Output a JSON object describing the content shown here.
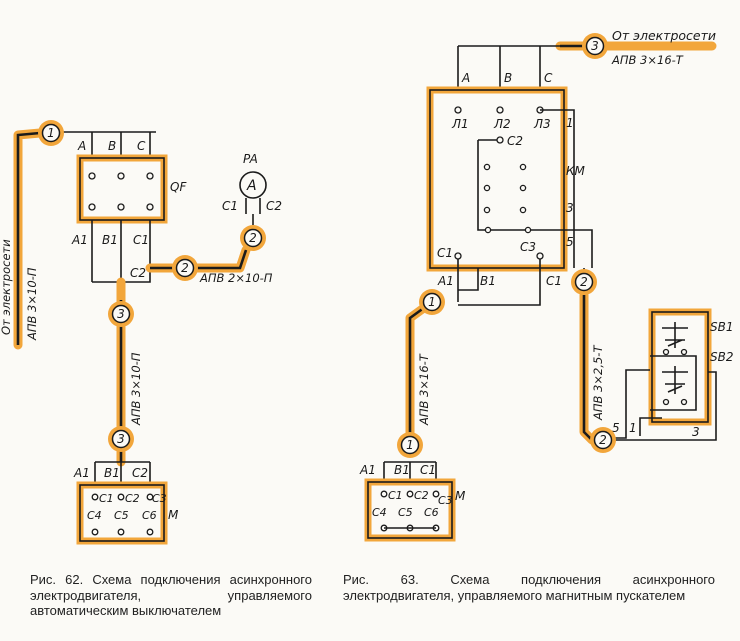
{
  "diagram62": {
    "feed_cable": "АПВ 3×10-П",
    "feed_source": "От электросети",
    "breaker_name": "QF",
    "breaker_terms_top": [
      "A",
      "B",
      "C"
    ],
    "breaker_terms_bottom": [
      "A1",
      "B1",
      "C1"
    ],
    "meter_name": "PA",
    "meter_symbol": "A",
    "meter_terms": [
      "C1",
      "C2"
    ],
    "meter_cable": "АПВ 2×10-П",
    "junction_label": "C2",
    "motor_cable": "АПВ 3×10-П",
    "motor_name": "M",
    "motor_terms_in": [
      "A1",
      "B1",
      "C2"
    ],
    "motor_terms_top": [
      "C1",
      "C2",
      "C3"
    ],
    "motor_terms_bottom": [
      "C4",
      "C5",
      "C6"
    ],
    "markers": [
      "1",
      "2",
      "2",
      "3",
      "3"
    ]
  },
  "diagram63": {
    "feed_source": "От электросети",
    "feed_cable": "АПВ 3×16-Т",
    "phases": [
      "A",
      "B",
      "C"
    ],
    "starter_name": "КМ",
    "starter_terms_top": [
      "Л1",
      "Л2",
      "Л3"
    ],
    "contact_label": "C2",
    "out_terms": [
      "C1",
      "C3"
    ],
    "side_numbers": [
      "1",
      "3",
      "5"
    ],
    "lower_terms": [
      "A1",
      "B1",
      "C1"
    ],
    "motor_cable": "АПВ 3×16-Т",
    "control_cable": "АПВ 3×2,5-Т",
    "buttons": [
      "SB1",
      "SB2"
    ],
    "button_terms": [
      "5",
      "1",
      "3"
    ],
    "motor_name": "M",
    "motor_terms_in": [
      "A1",
      "B1",
      "C1"
    ],
    "motor_terms_top": [
      "C1",
      "C2",
      "C3"
    ],
    "motor_terms_bottom": [
      "C4",
      "C5",
      "C6"
    ],
    "markers": [
      "3",
      "1",
      "1",
      "2",
      "2"
    ]
  },
  "captions": {
    "fig62": "Рис. 62. Схема подключения асинхронного электродвигателя, управляемого автоматическим выключателем",
    "fig63": "Рис. 63. Схема подключения асинхронного электродвигателя, управляемого магнитным пускателем"
  },
  "colors": {
    "cable_highlight": "#f2a63b",
    "wire": "#1b1b1b",
    "paper": "#fbfaf6"
  }
}
